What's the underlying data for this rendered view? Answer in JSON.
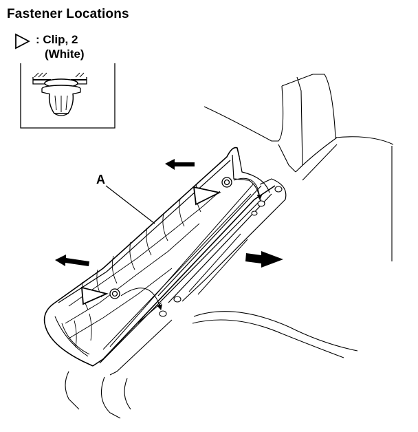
{
  "diagram": {
    "title": "Fastener Locations",
    "legend": {
      "symbol": "triangle-marker-icon",
      "line1": ": Clip, 2",
      "line2": "(White)"
    },
    "callout_label": "A",
    "arrows": [
      "removal-direction-arrow",
      "removal-direction-arrow",
      "removal-direction-arrow"
    ]
  }
}
